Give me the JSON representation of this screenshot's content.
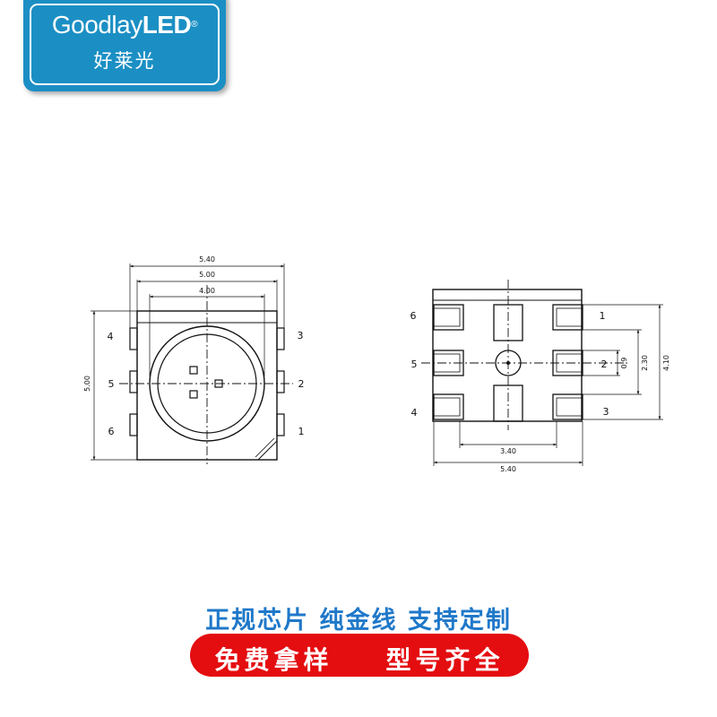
{
  "logo": {
    "brand_main": "Goodlay",
    "brand_bold": "LED",
    "registered": "®",
    "chinese": "好莱光"
  },
  "front_view": {
    "dim_top_outer": "5.40",
    "dim_top_middle": "5.00",
    "dim_top_inner": "4.00",
    "dim_left": "5.00",
    "pin_labels": {
      "p4": "4",
      "p5": "5",
      "p6": "6",
      "p3": "3",
      "p2": "2",
      "p1": "1"
    }
  },
  "bottom_view": {
    "dim_pitch": "3.40",
    "dim_width": "5.40",
    "dim_small": "0.9",
    "dim_pad_span": "2.30",
    "dim_height": "4.10",
    "pin_labels": {
      "p6": "6",
      "p5": "5",
      "p4": "4",
      "p1": "1",
      "p2": "2",
      "p3": "3"
    }
  },
  "tagline": "正规芯片 纯金线 支持定制",
  "banner": "免费拿样    型号齐全",
  "colors": {
    "logo_bg": "#1b8fc4",
    "tagline": "#1f78c9",
    "banner_bg": "#e40d10",
    "line": "#111111"
  }
}
